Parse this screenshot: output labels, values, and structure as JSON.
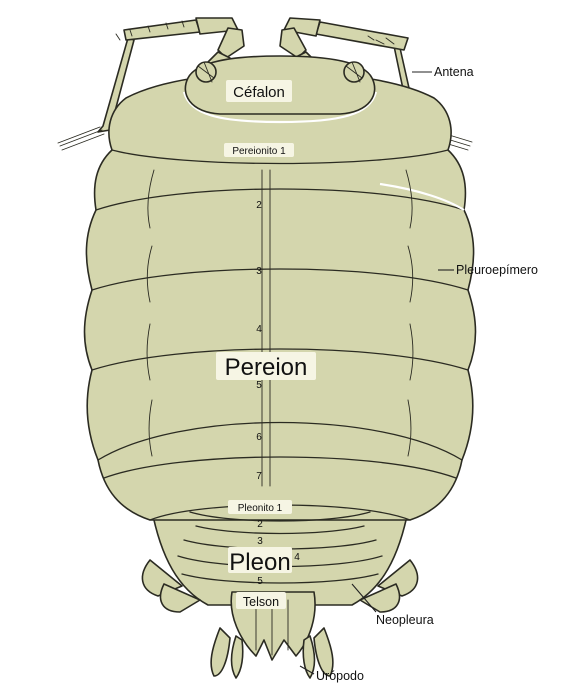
{
  "labels": {
    "cefalon": "Céfalon",
    "antena": "Antena",
    "pereionito": "Pereionito 1",
    "pleuroepimero": "Pleuroepímero",
    "pereion": "Pereion",
    "pleonito": "Pleonito 1",
    "pleon": "Pleon",
    "telson": "Telson",
    "neopleura": "Neopleura",
    "uropodo": "Urópodo"
  },
  "segment_numbers": {
    "pereion": [
      "2",
      "3",
      "4",
      "5",
      "6",
      "7"
    ],
    "pleon": [
      "2",
      "3",
      "4",
      "5"
    ]
  },
  "colors": {
    "body": "#d4d6ad",
    "outline": "#2b2b22",
    "background": "#ffffff"
  }
}
